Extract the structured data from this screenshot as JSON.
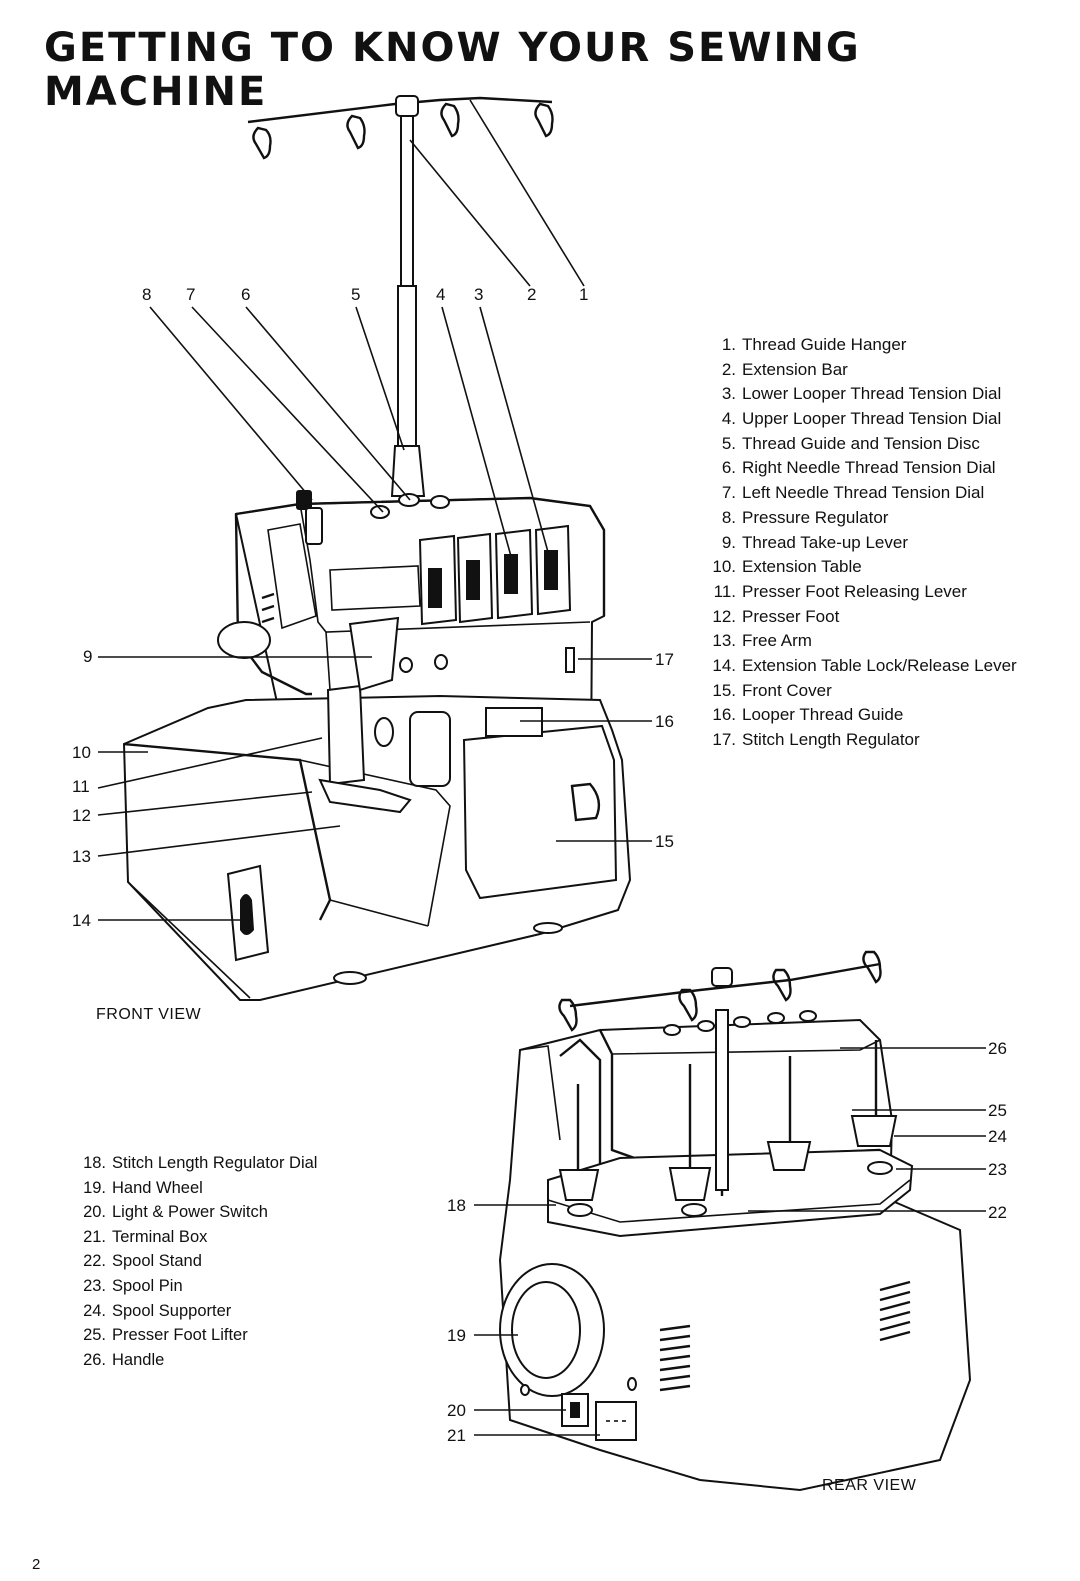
{
  "title": "GETTING TO KNOW YOUR SEWING MACHINE",
  "front_view": {
    "label": "FRONT VIEW",
    "callouts": [
      "8",
      "7",
      "6",
      "5",
      "4",
      "3",
      "2",
      "1",
      "9",
      "10",
      "11",
      "12",
      "13",
      "14",
      "17",
      "16",
      "15"
    ],
    "legend": [
      {
        "num": "1.",
        "text": "Thread Guide Hanger"
      },
      {
        "num": "2.",
        "text": "Extension Bar"
      },
      {
        "num": "3.",
        "text": "Lower Looper Thread Tension Dial"
      },
      {
        "num": "4.",
        "text": "Upper Looper Thread Tension Dial"
      },
      {
        "num": "5.",
        "text": "Thread Guide and Tension Disc"
      },
      {
        "num": "6.",
        "text": "Right Needle Thread Tension Dial"
      },
      {
        "num": "7.",
        "text": "Left Needle Thread Tension Dial"
      },
      {
        "num": "8.",
        "text": "Pressure Regulator"
      },
      {
        "num": "9.",
        "text": "Thread Take-up Lever"
      },
      {
        "num": "10.",
        "text": "Extension Table"
      },
      {
        "num": "11.",
        "text": "Presser Foot Releasing Lever"
      },
      {
        "num": "12.",
        "text": "Presser Foot"
      },
      {
        "num": "13.",
        "text": "Free Arm"
      },
      {
        "num": "14.",
        "text": "Extension Table Lock/Release Lever"
      },
      {
        "num": "15.",
        "text": "Front Cover"
      },
      {
        "num": "16.",
        "text": "Looper Thread Guide"
      },
      {
        "num": "17.",
        "text": "Stitch Length Regulator"
      }
    ]
  },
  "rear_view": {
    "label": "REAR VIEW",
    "callouts": [
      "26",
      "25",
      "24",
      "23",
      "22",
      "18",
      "19",
      "20",
      "21"
    ],
    "legend": [
      {
        "num": "18.",
        "text": "Stitch Length Regulator Dial"
      },
      {
        "num": "19.",
        "text": "Hand Wheel"
      },
      {
        "num": "20.",
        "text": "Light & Power Switch"
      },
      {
        "num": "21.",
        "text": "Terminal Box"
      },
      {
        "num": "22.",
        "text": "Spool Stand"
      },
      {
        "num": "23.",
        "text": "Spool Pin"
      },
      {
        "num": "24.",
        "text": "Spool Supporter"
      },
      {
        "num": "25.",
        "text": "Presser Foot Lifter"
      },
      {
        "num": "26.",
        "text": "Handle"
      }
    ]
  },
  "page_number": "2"
}
